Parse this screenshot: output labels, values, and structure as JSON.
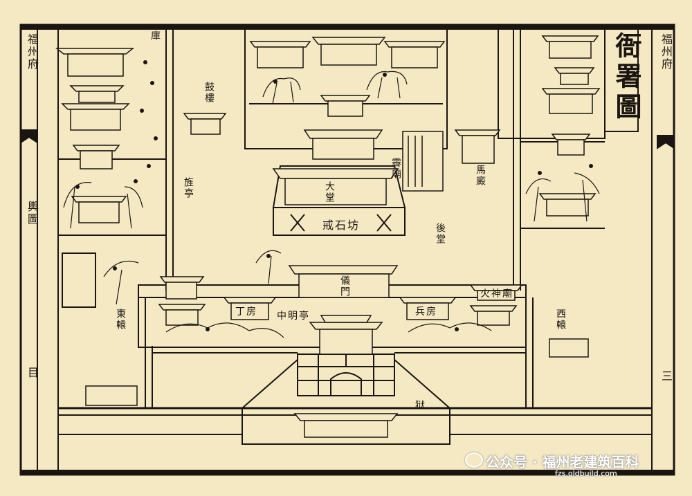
{
  "map": {
    "title": "衙署圖",
    "margin_left_top": "福州府",
    "margin_left_mid": "輿圖",
    "margin_left_bottom": "目",
    "margin_right_top": "福州府",
    "margin_right_bottom": "三",
    "labels": {
      "dai_sheng": "大堂",
      "jie_shi_fang": "戒石坊",
      "zhong_ming_ting": "中明亭",
      "ding_fang": "丁房",
      "xian_shen_miao": "火神廟",
      "zuo_yu_men": "儀門",
      "ma_ju": "馬廄",
      "jiu_mu": "狱",
      "hou_tang": "後堂",
      "dong_lou": "鼓樓",
      "jing_ting": "旌亭",
      "cang_ku": "庫",
      "fei_bo": "霽廟",
      "yi_men_sign": "東轅",
      "xi_yuan": "西轅",
      "bing_fang": "兵房"
    }
  },
  "watermark": {
    "main": "公众号 · 福州老建筑百科",
    "sub": "fzs.oldbuild.com"
  }
}
